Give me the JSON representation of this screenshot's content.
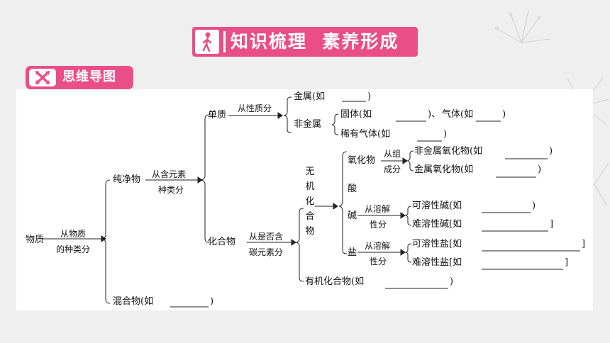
{
  "header": {
    "title": "知识梳理  素养形成"
  },
  "badge": {
    "label": "思维导图"
  },
  "icons": {
    "header_icon": "walking-person-icon",
    "badge_icon": "crossed-arrows-icon"
  },
  "colors": {
    "accent": "#e94f86",
    "background": "#efefef",
    "panel": "#ffffff"
  },
  "diagram": {
    "root": "物质",
    "root_edge": [
      "从物质",
      "的种类分"
    ],
    "pure": "纯净物",
    "pure_edge": [
      "从含元素",
      "种类分"
    ],
    "mixture": "混合物(如",
    "mixture_close": ")",
    "element": "单质",
    "element_edge": "从性质分",
    "metal": "金属(如",
    "metal_close": ")",
    "nonmetal": "非金属",
    "solid": "固体(如",
    "solid_close": ")、",
    "gas": "气体(如",
    "gas_close": ")",
    "noble": "稀有气体(如",
    "noble_close": ")",
    "compound": "化合物",
    "compound_edge": [
      "从是否含",
      "碳元素分"
    ],
    "inorganic": "无机化合物",
    "organic": "有机化合物(如",
    "organic_close": ")",
    "oxide": "氧化物",
    "oxide_edge": [
      "从组",
      "成分"
    ],
    "nonmetal_oxide": "非金属氧化物(如",
    "nonmetal_oxide_close": ")",
    "metal_oxide": "金属氧化物(如",
    "metal_oxide_close": ")",
    "acid": "酸",
    "base": "碱",
    "base_edge": [
      "从溶解",
      "性分"
    ],
    "soluble_base": "可溶性碱(如",
    "soluble_base_close": ")",
    "insoluble_base": "难溶性碱[如",
    "insoluble_base_close": "]",
    "salt": "盐",
    "salt_edge": [
      "从溶解",
      "性分"
    ],
    "soluble_salt": "可溶性盐[如",
    "soluble_salt_close": "]",
    "insoluble_salt": "难溶性盐[如",
    "insoluble_salt_close": "]"
  }
}
